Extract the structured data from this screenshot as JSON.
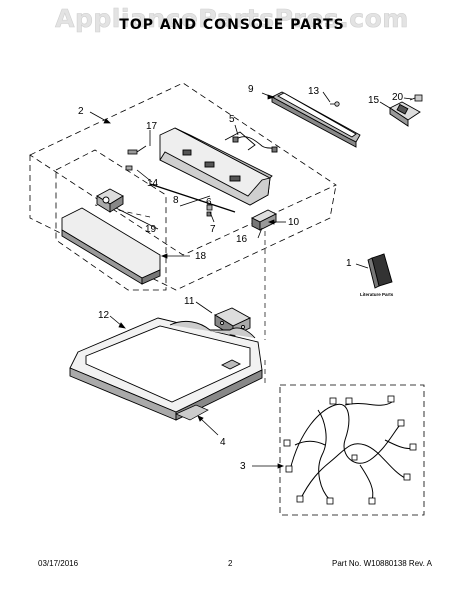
{
  "watermark": "AppliancePartsPros.com",
  "title": "TOP AND CONSOLE PARTS",
  "callouts": [
    {
      "id": "c1",
      "label": "1"
    },
    {
      "id": "c2",
      "label": "2"
    },
    {
      "id": "c3",
      "label": "3"
    },
    {
      "id": "c4",
      "label": "4"
    },
    {
      "id": "c5",
      "label": "5"
    },
    {
      "id": "c6",
      "label": "6"
    },
    {
      "id": "c7",
      "label": "7"
    },
    {
      "id": "c8",
      "label": "8"
    },
    {
      "id": "c9",
      "label": "9"
    },
    {
      "id": "c10",
      "label": "10"
    },
    {
      "id": "c11",
      "label": "11"
    },
    {
      "id": "c12",
      "label": "12"
    },
    {
      "id": "c13",
      "label": "13"
    },
    {
      "id": "c14",
      "label": "14"
    },
    {
      "id": "c15",
      "label": "15"
    },
    {
      "id": "c16",
      "label": "16"
    },
    {
      "id": "c17",
      "label": "17"
    },
    {
      "id": "c18",
      "label": "18"
    },
    {
      "id": "c19",
      "label": "19"
    },
    {
      "id": "c20",
      "label": "20"
    }
  ],
  "literature_label": "Literature Parts",
  "footer": {
    "date": "03/17/2016",
    "page": "2",
    "part": "Part No.  W10880138  Rev. A"
  }
}
